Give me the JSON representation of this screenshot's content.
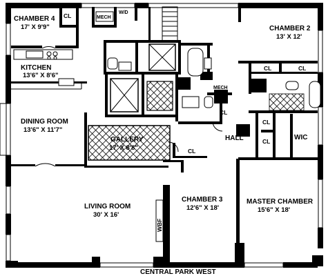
{
  "plan": {
    "street_label": "CENTRAL PARK WEST",
    "rooms": {
      "chamber4": {
        "name": "CHAMBER 4",
        "dims": "17' X 9'9\""
      },
      "chamber2": {
        "name": "CHAMBER 2",
        "dims": "13' X 12'"
      },
      "kitchen": {
        "name": "KITCHEN",
        "dims": "13'6\" X 8'6\""
      },
      "dining": {
        "name": "DINING ROOM",
        "dims": "13'6\" X 11'7\""
      },
      "gallery": {
        "name": "GALLERY",
        "dims": "17' X 8'8\""
      },
      "living": {
        "name": "LIVING ROOM",
        "dims": "30' X 16'"
      },
      "chamber3": {
        "name": "CHAMBER 3",
        "dims": "12'6\" X 18'"
      },
      "master": {
        "name": "MASTER CHAMBER",
        "dims": "15'6\" X 18'"
      }
    },
    "labels": {
      "cl": "CL",
      "mech": "MECH",
      "wd": "W/D",
      "hall": "HALL",
      "wic": "WIC",
      "wbf": "WBF"
    }
  }
}
